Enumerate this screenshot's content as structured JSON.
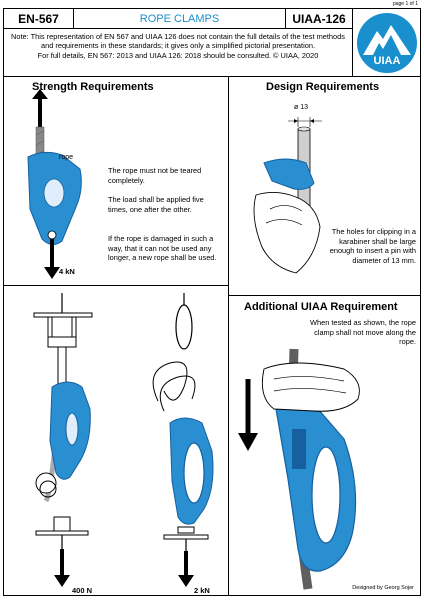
{
  "page_label": "page 1 of 1",
  "header": {
    "standard_left": "EN-567",
    "title": "ROPE CLAMPS",
    "standard_right": "UIAA-126"
  },
  "logo": {
    "text": "UIAA"
  },
  "note": {
    "main": "Note: This representation of EN 567 and UIAA 126 does not contain the full details of the test methods and requirements in these standards; it gives only a simplified pictorial presentation.",
    "details": "For full details, EN 567: 2013 and UIAA 126: 2018 should be consulted. © UIAA, 2020"
  },
  "strength": {
    "title": "Strength Requirements",
    "rope_label": "rope",
    "load_top": "4 kN",
    "text_1": "The rope must not be teared completely.",
    "text_2": "The load shall be applied five times, one after the other.",
    "text_3": "If the rope is damaged in such a way, that it can not be used any longer, a new rope shall be used.",
    "load_left": "400 N",
    "load_right": "2 kN"
  },
  "design": {
    "title": "Design Requirements",
    "diameter_label": "ø 13",
    "text": "The holes for clipping in a karabiner shall be large enough to insert a pin with diameter of 13 mm."
  },
  "additional": {
    "title": "Additional UIAA Requirement",
    "text": "When tested as shown, the rope clamp shall not move along the rope."
  },
  "credit": "Designed by Georg Sojer",
  "colors": {
    "title_blue": "#1a8fce",
    "device_blue": "#2a8fd1",
    "device_dark": "#1560a0"
  }
}
